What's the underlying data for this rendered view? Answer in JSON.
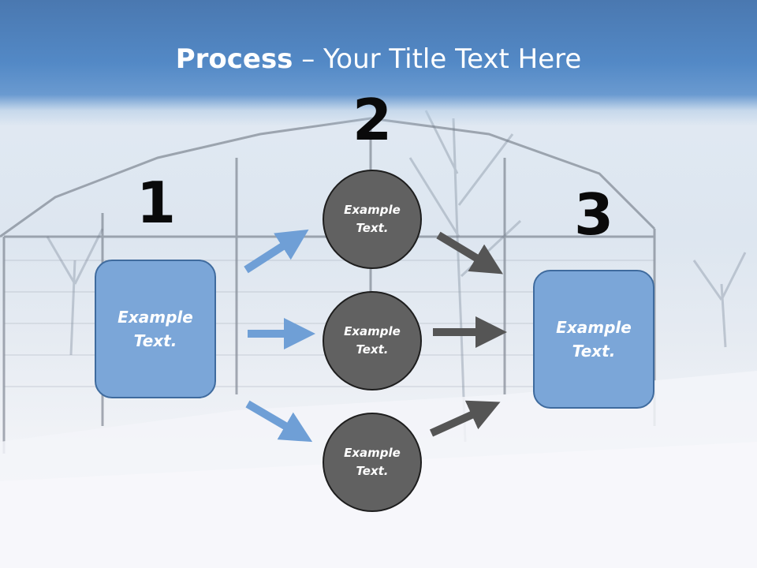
{
  "title": {
    "bold": "Process",
    "rest": " – Your Title Text Here"
  },
  "steps": {
    "one": {
      "number": "1",
      "label": "Example\nText."
    },
    "two": {
      "number": "2"
    },
    "three": {
      "number": "3",
      "label": "Example\nText."
    }
  },
  "circles": [
    {
      "label": "Example\nText."
    },
    {
      "label": "Example\nText."
    },
    {
      "label": "Example\nText."
    }
  ],
  "colors": {
    "box_fill": "#7ba6d8",
    "circle_fill": "#616161",
    "arrow_blue": "#6f9fd6",
    "arrow_gray": "#555555"
  }
}
